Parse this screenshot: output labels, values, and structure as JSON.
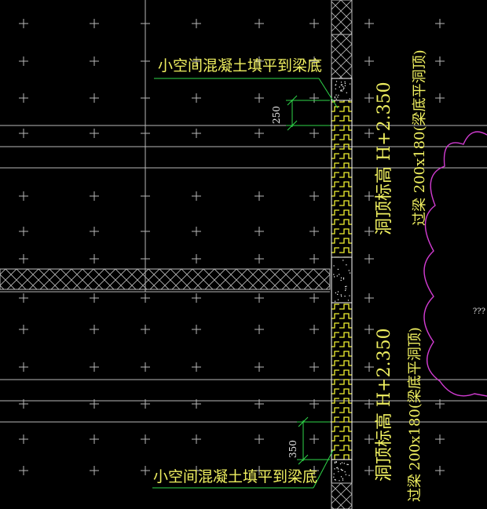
{
  "colors": {
    "background": "#000000",
    "grid": "#b8b8b8",
    "wall": "#f2f230",
    "wall_outline": "#ffffff",
    "leader": "#2fd64a",
    "dim": "#2fd64a",
    "text_yellow": "#f0f060",
    "text_white": "#e6e6e6",
    "revision_cloud": "#d23cd2"
  },
  "annotations": {
    "fill_note_top": "小空间混凝土填平到梁底",
    "fill_note_bottom": "小空间混凝土填平到梁底",
    "dim_top": "250",
    "dim_bottom": "350",
    "opening_top_elev": "洞顶标高  H+2.350",
    "beam_top": "过梁 200x180(梁底平洞顶)",
    "opening_bottom_elev": "洞顶标高  H+2.350",
    "beam_bottom_line1": "200x180(梁底平洞顶)",
    "beam_bottom_line2": "过梁",
    "cloud_label": "???"
  }
}
